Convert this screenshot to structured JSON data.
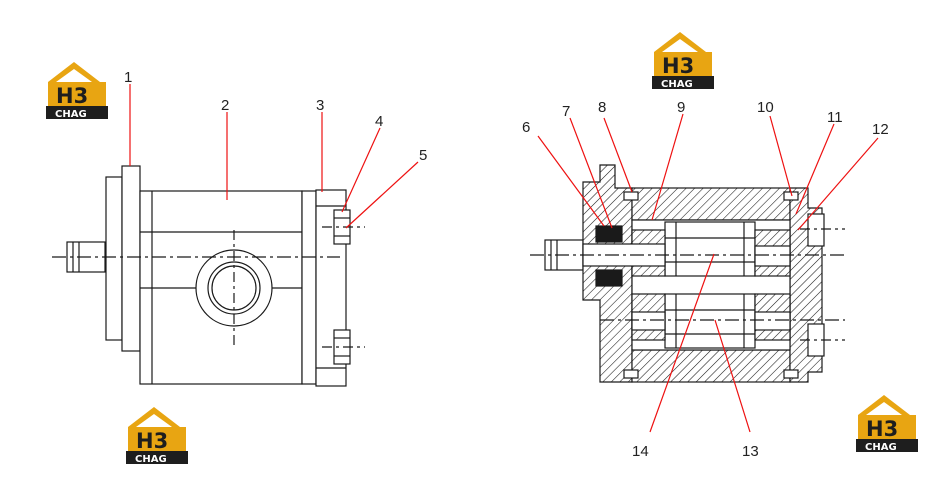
{
  "logo": {
    "mark": "H3",
    "word": "CHAG",
    "colors": {
      "gold": "#e8a512",
      "dark": "#1e1e1e",
      "white": "#ffffff"
    }
  },
  "callouts": [
    "1",
    "2",
    "3",
    "4",
    "5",
    "6",
    "7",
    "8",
    "9",
    "10",
    "11",
    "12",
    "13",
    "14"
  ],
  "colors": {
    "line": "#1a1a1a",
    "body_gray": "#f2f2f2",
    "hatch": "#1a1a1a"
  }
}
